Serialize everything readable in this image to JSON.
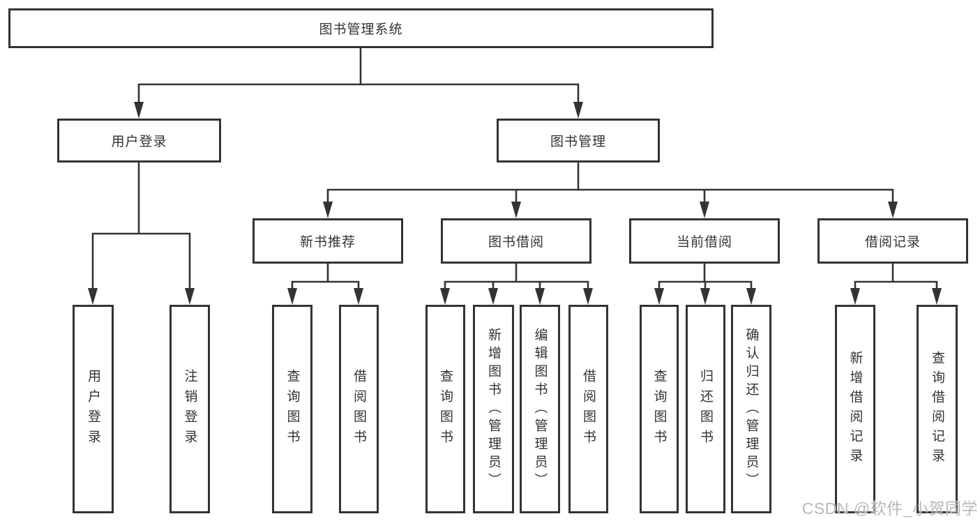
{
  "diagram_title": "图书管理系统",
  "level1": {
    "user_login": "用户登录",
    "book_mgmt": "图书管理"
  },
  "level2": {
    "new_books": "新书推荐",
    "book_borrow": "图书借阅",
    "current_borrow": "当前借阅",
    "borrow_records": "借阅记录"
  },
  "leaves": {
    "user_login_leaf": "用户登录",
    "logout_leaf": "注销登录",
    "query_books_a": "查询图书",
    "borrow_books_a": "借阅图书",
    "query_books_b": "查询图书",
    "add_books_admin": "新增图书（管理员）",
    "edit_books_admin": "编辑图书（管理员）",
    "borrow_books_b": "借阅图书",
    "query_books_c": "查询图书",
    "return_books": "归还图书",
    "confirm_return_admin": "确认归还（管理员）",
    "add_borrow_record": "新增借阅记录",
    "query_borrow_record": "查询借阅记录"
  },
  "watermark": "CSDN @软件_小贺同学",
  "colors": {
    "line": "#333333",
    "box_background": "#ffffff",
    "text": "#333333",
    "watermark": "#b8b8b8"
  }
}
